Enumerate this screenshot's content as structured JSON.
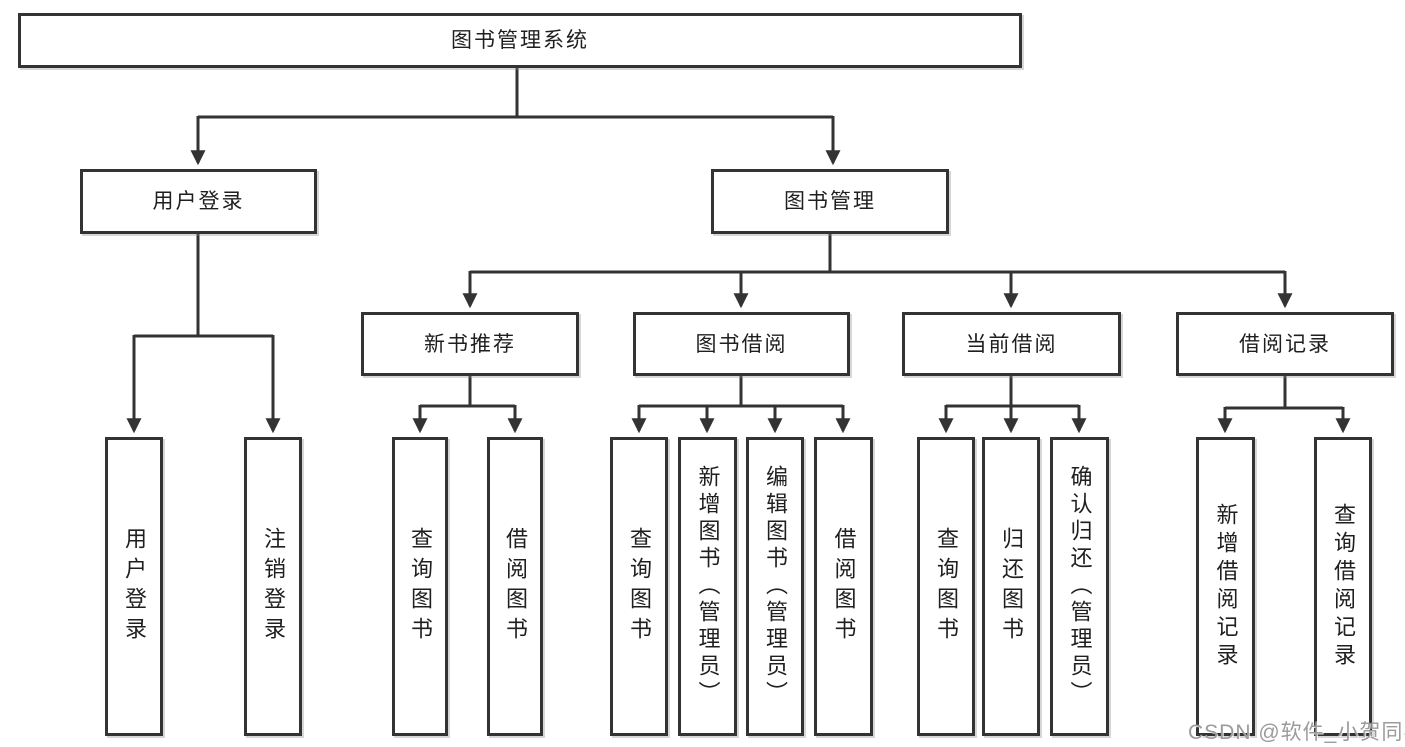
{
  "nodes": {
    "root": "图书管理系统",
    "user_login": "用户登录",
    "book_mgmt": "图书管理",
    "new_book_rec": "新书推荐",
    "book_borrow": "图书借阅",
    "current_borrow": "当前借阅",
    "borrow_records": "借阅记录",
    "leaf_user_login": "用户登录",
    "leaf_logout": "注销登录",
    "leaf_nb_query": "查询图书",
    "leaf_nb_borrow": "借阅图书",
    "leaf_bb_query": "查询图书",
    "leaf_bb_add": "新增图书（管理员）",
    "leaf_bb_edit": "编辑图书（管理员）",
    "leaf_bb_borrow": "借阅图书",
    "leaf_cb_query": "查询图书",
    "leaf_cb_return": "归还图书",
    "leaf_cb_confirm": "确认归还（管理员）",
    "leaf_br_add": "新增借阅记录",
    "leaf_br_query": "查询借阅记录"
  },
  "hierarchy": {
    "图书管理系统": {
      "用户登录": [
        "用户登录",
        "注销登录"
      ],
      "图书管理": {
        "新书推荐": [
          "查询图书",
          "借阅图书"
        ],
        "图书借阅": [
          "查询图书",
          "新增图书（管理员）",
          "编辑图书（管理员）",
          "借阅图书"
        ],
        "当前借阅": [
          "查询图书",
          "归还图书",
          "确认归还（管理员）"
        ],
        "借阅记录": [
          "新增借阅记录",
          "查询借阅记录"
        ]
      }
    }
  },
  "watermark": "CSDN @软件_小贺同学",
  "colors": {
    "line": "#333333",
    "box_border": "#333333",
    "text": "#1f1f1f",
    "watermark": "#9b9b9b",
    "background": "#ffffff"
  }
}
